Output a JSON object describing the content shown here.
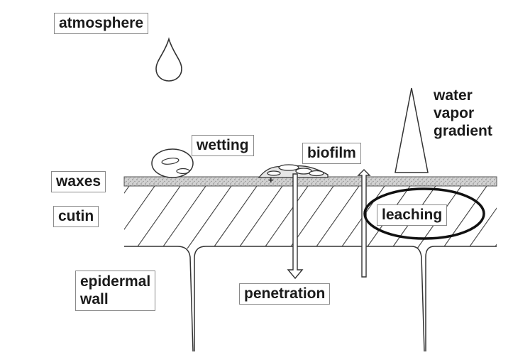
{
  "labels": {
    "atmosphere": "atmosphere",
    "wetting": "wetting",
    "biofilm": "biofilm",
    "waxes": "waxes",
    "cutin": "cutin",
    "leaching": "leaching",
    "epidermal_wall_line1": "epidermal",
    "epidermal_wall_line2": "wall",
    "penetration": "penetration",
    "water_vapor_line1": "water",
    "water_vapor_line2": "vapor",
    "water_vapor_line3": "gradient"
  },
  "colors": {
    "ink": "#1a1a1a",
    "label_border": "#8a8a8a",
    "wax_fill": "#c8c8c8"
  }
}
